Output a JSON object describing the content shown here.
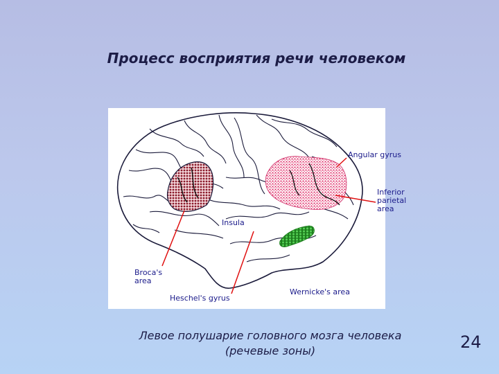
{
  "slide": {
    "title": "Процесс восприятия речи человеком",
    "caption_line1": "Левое полушарие головного мозга человека",
    "caption_line2": "(речевые зоны)",
    "page_number": "24"
  },
  "diagram": {
    "labels": {
      "angular_gyrus": "Angular gyrus",
      "inferior_parietal": "Inferior\nparietal\narea",
      "insula": "Insula",
      "brocas_area": "Broca's\narea",
      "heschels_gyrus": "Heschel's gyrus",
      "wernickes_area": "Wernicke's area"
    },
    "colors": {
      "panel": "#ffffff",
      "outline": "#1a1a3a",
      "broca": "#8b1a2a",
      "angular": "#e0306a",
      "wernicke": "#2aa02a",
      "leader_line": "#e01010",
      "label_text": "#1a1a8a"
    }
  }
}
